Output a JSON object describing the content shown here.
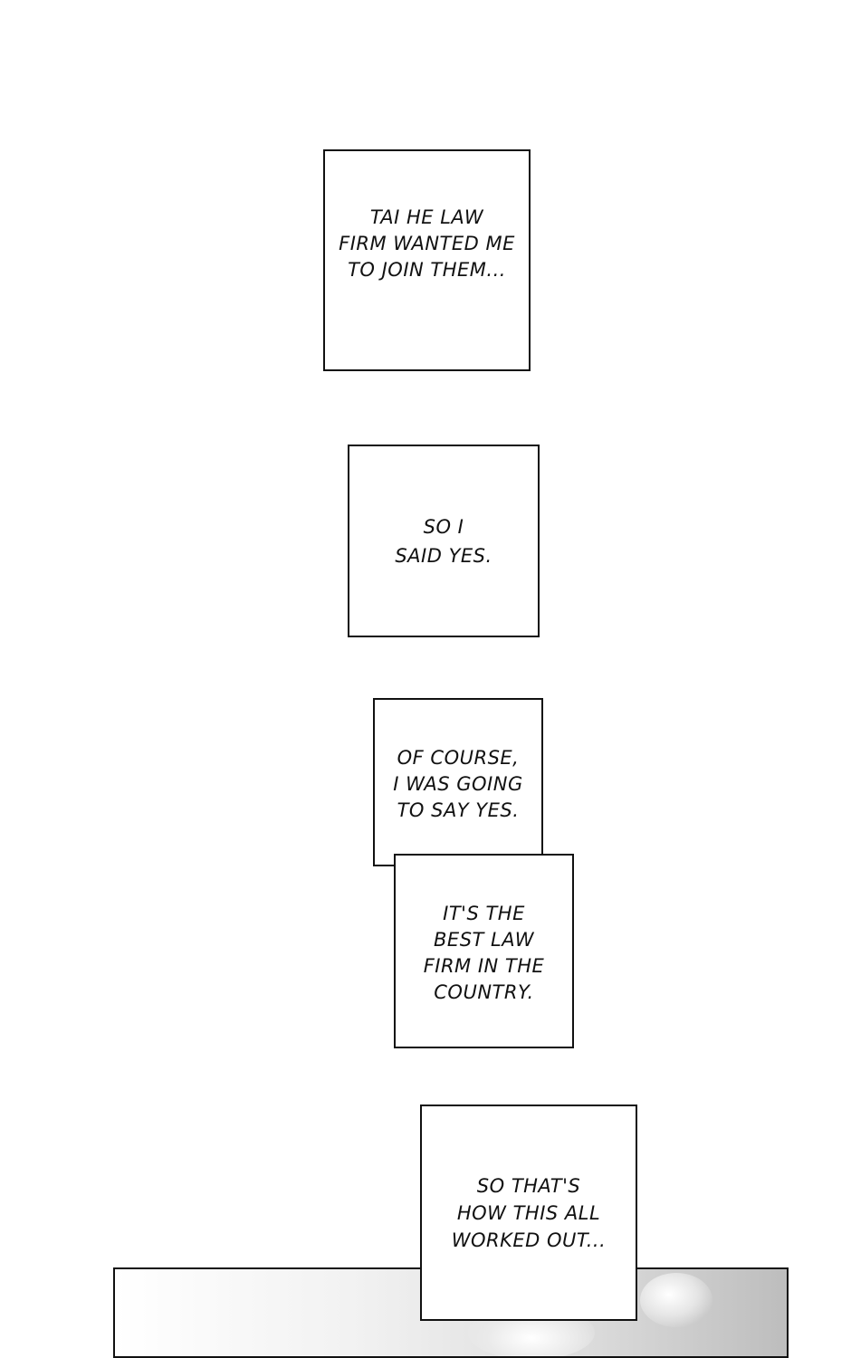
{
  "captions": [
    {
      "text": "TAI HE LAW\nFIRM WANTED ME\nTO JOIN THEM..."
    },
    {
      "text": "SO I\nSAID YES."
    },
    {
      "text": "OF COURSE,\nI WAS GOING\nTO SAY YES."
    },
    {
      "text": "IT'S THE\nBEST LAW\nFIRM IN THE\nCOUNTRY."
    },
    {
      "text": "SO THAT'S\nHOW THIS ALL\nWORKED OUT..."
    }
  ],
  "colors": {
    "background": "#ffffff",
    "border": "#111111",
    "text": "#111111"
  }
}
